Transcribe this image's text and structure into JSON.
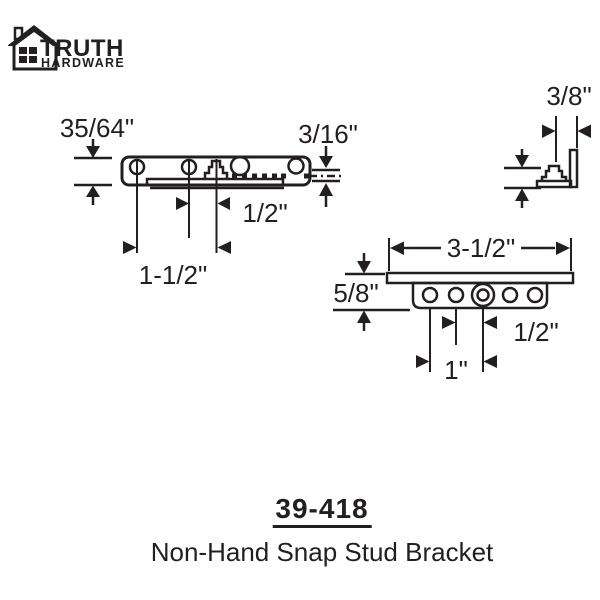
{
  "logo": {
    "brand": "TRUTH",
    "sub_brand": "HARDWARE"
  },
  "title": {
    "part_number": "39-418",
    "part_name": "Non-Hand Snap Stud Bracket"
  },
  "colors": {
    "ink": "#231f20",
    "background": "#ffffff"
  },
  "views": {
    "side_view": {
      "labels": {
        "bar_height": "35/64\"",
        "stud_height": "3/16\"",
        "hole_to_stud": "1/2\"",
        "end_hole_to_stud": "1-1/2\""
      }
    },
    "end_view": {
      "labels": {
        "stud_to_flange": "3/8\""
      }
    },
    "plan_view": {
      "labels": {
        "overall_length": "3-1/2\"",
        "overall_depth": "5/8\"",
        "hole_spacing_half": "1/2\"",
        "hole_spacing_one": "1\""
      }
    }
  }
}
